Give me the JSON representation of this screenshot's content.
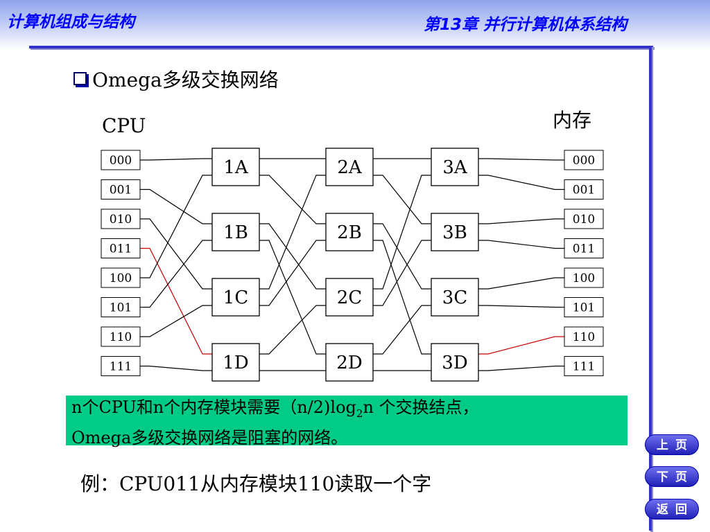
{
  "header": {
    "course_title": "计算机组成与结构",
    "chapter_title": "第13章  并行计算机体系结构"
  },
  "heading": "Omega多级交换网络",
  "diagram": {
    "cpu_label": "CPU",
    "memory_label": "内存",
    "cpu_modules": [
      "000",
      "001",
      "010",
      "011",
      "100",
      "101",
      "110",
      "111"
    ],
    "memory_modules": [
      "000",
      "001",
      "010",
      "011",
      "100",
      "101",
      "110",
      "111"
    ],
    "stages": [
      [
        "1A",
        "1B",
        "1C",
        "1D"
      ],
      [
        "2A",
        "2B",
        "2C",
        "2D"
      ],
      [
        "3A",
        "3B",
        "3C",
        "3D"
      ]
    ],
    "highlight_color": "#cc0000",
    "line_color": "#000000"
  },
  "note": {
    "line1_pre": "n个CPU和n个内存模块需要（n/2)log",
    "line1_sub": "2",
    "line1_post": "n 个交换结点，",
    "line2": "Omega多级交换网络是阻塞的网络。",
    "background": "#00cc88"
  },
  "example": "例：CPU011从内存模块110读取一个字",
  "nav": {
    "prev": "上页",
    "next": "下页",
    "back": "返回"
  }
}
